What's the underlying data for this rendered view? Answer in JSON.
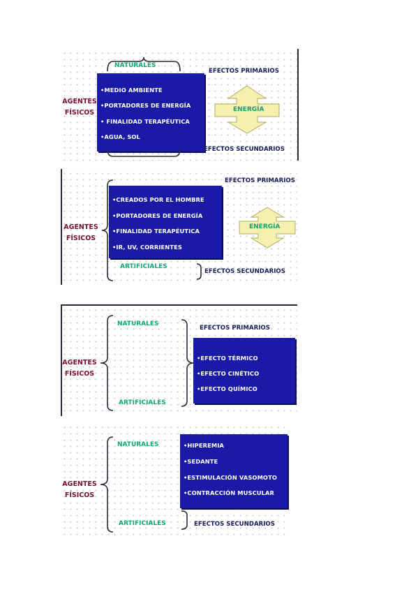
{
  "diagram1": {
    "agentes": [
      "AGENTES",
      "FÍSICOS"
    ],
    "naturales": "NATURALES",
    "items": [
      "•MEDIO AMBIENTE",
      "•PORTADORES DE ENERGÍA",
      "• FINALIDAD TERAPÉUTICA",
      "•AGUA, SOL"
    ],
    "efectos_primarios": "EFECTOS PRIMARIOS",
    "energia": "ENERGÍA",
    "efectos_secundarios": "EFECTOS SECUNDARIOS"
  },
  "diagram2": {
    "agentes": [
      "AGENTES",
      "FÍSICOS"
    ],
    "items": [
      "•CREADOS POR EL HOMBRE",
      "•PORTADORES DE ENERGÍA",
      "•FINALIDAD TERAPÉUTICA",
      "•IR, UV, CORRIENTES"
    ],
    "efectos_primarios": "EFECTOS PRIMARIOS",
    "energia": "ENERGÍA",
    "artificiales": "ARTIFICIALES",
    "efectos_secundarios": "EFECTOS SECUNDARIOS"
  },
  "diagram3": {
    "agentes": [
      "AGENTES",
      "FÍSICOS"
    ],
    "naturales": "NATURALES",
    "artificiales": "ARTIFICIALES",
    "efectos_primarios": "EFECTOS PRIMARIOS",
    "items": [
      "•EFECTO TÉRMICO",
      "•EFECTO CINÉTICO",
      "•EFECTO QUÍMICO"
    ]
  },
  "diagram4": {
    "agentes": [
      "AGENTES",
      "FÍSICOS"
    ],
    "naturales": "NATURALES",
    "artificiales": "ARTIFICIALES",
    "items": [
      "•HIPEREMIA",
      "•SEDANTE",
      "•ESTIMULACIÓN VASOMOTO",
      "•CONTRACCIÓN MUSCULAR"
    ],
    "efectos_secundarios": "EFECTOS SECUNDARIOS"
  },
  "colors": {
    "box": "#1a1aa6",
    "agentes": "#7a1030",
    "green": "#11a878",
    "navy": "#1a1a5a",
    "arrow_fill": "#f5efb0"
  }
}
